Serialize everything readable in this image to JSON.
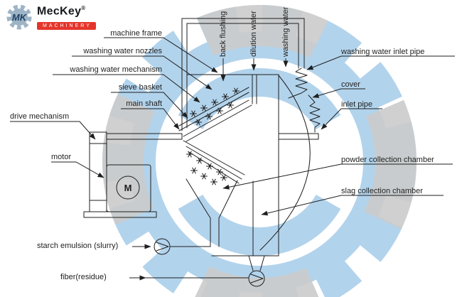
{
  "logo": {
    "monogram": "MK",
    "brand": "MecKey",
    "registered": "®",
    "machinery": "MACHINERY"
  },
  "colors": {
    "watermark_blue": "#b2d3ec",
    "watermark_gray": "#cbcbcb",
    "line": "#1f1f1f",
    "logo_red": "#e5352b",
    "logo_gear": "#9db4c6"
  },
  "labels": {
    "machine_frame": "machine frame",
    "washing_water_nozzles": "washing water nozzles",
    "washing_water_mechanism": "washing water mechanism",
    "sieve_basket": "sieve basket",
    "main_shaft": "main shaft",
    "drive_mechanism": "drive mechanism",
    "motor": "motor",
    "back_flushing": "back flushing",
    "dilution_water": "dilution water",
    "washing_water": "washing water",
    "washing_water_inlet_pipe": "washing water inlet pipe",
    "cover": "cover",
    "inlet_pipe": "inlet pipe",
    "powder_collection_chamber": "powder collection chamber",
    "slag_collection_chamber": "slag collection chamber",
    "starch_emulsion": "starch emulsion (slurry)",
    "fiber_residue": "fiber(residue)"
  },
  "diagram": {
    "motor_letter": "M"
  }
}
